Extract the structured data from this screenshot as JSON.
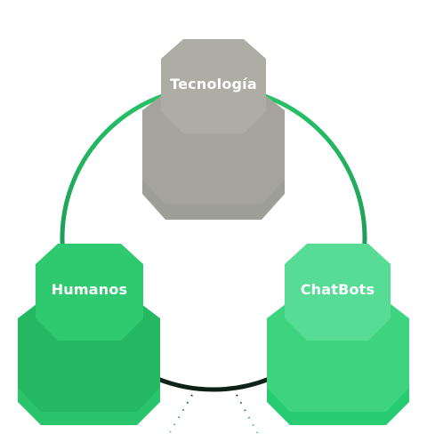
{
  "diagram": {
    "nodes": [
      {
        "id": "top",
        "label": "Tecnología",
        "palette": {
          "cap": "#adada6",
          "mid": "#a4a49d",
          "base": "#9e9e98",
          "face": "#b5b5ae"
        }
      },
      {
        "id": "left",
        "label": "Humanos",
        "palette": {
          "cap": "#2fc96f",
          "mid": "#25b863",
          "base": "#2ac46c",
          "face": "#34d477"
        }
      },
      {
        "id": "right",
        "label": "ChatBots",
        "palette": {
          "cap": "#56dc94",
          "mid": "#3ed47f",
          "base": "#27cc72",
          "face": "#5be29a"
        }
      }
    ],
    "ring_colors": {
      "start": "#27c46a",
      "end": "#0d1f17"
    }
  }
}
